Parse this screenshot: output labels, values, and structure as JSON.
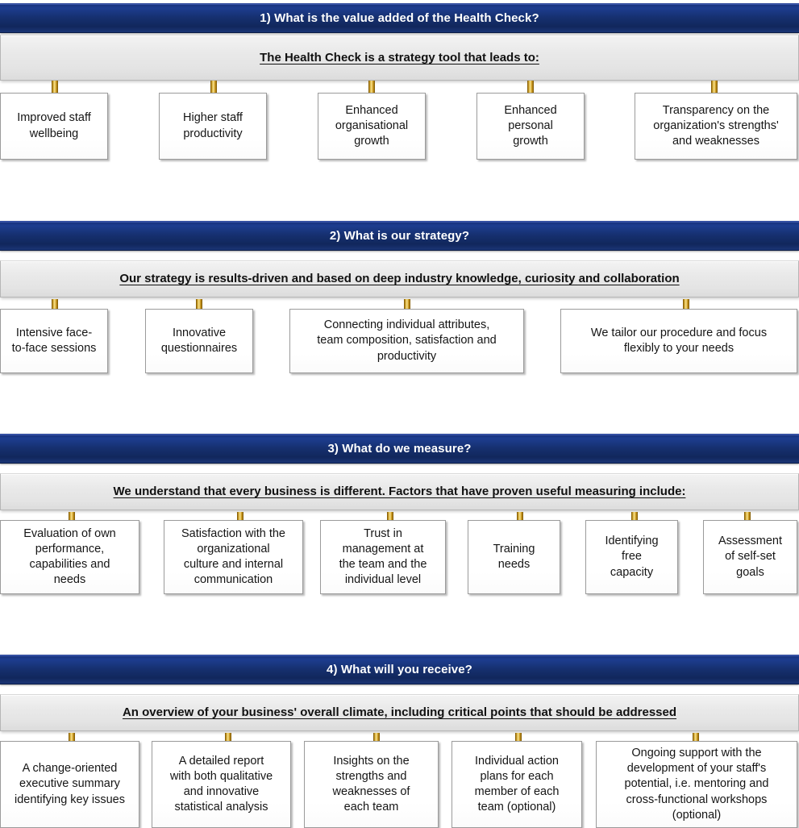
{
  "document": {
    "title": "Health Check overview diagram",
    "accent_blue": "#16306f",
    "band_grey": "#e6e6e6",
    "arrow_gold": "#d4a82a",
    "box_white": "#ffffff"
  },
  "sections": [
    {
      "id": "value-added",
      "heading": "1) What is the value added of the Health Check?",
      "subtitle": "The Health Check is a strategy tool that leads to:",
      "boxes": [
        {
          "text": "Improved staff\nwellbeing"
        },
        {
          "text": "Higher staff\nproductivity"
        },
        {
          "text": "Enhanced\norganisational\ngrowth"
        },
        {
          "text": "Enhanced\npersonal\ngrowth"
        },
        {
          "text": "Transparency on the\norganization's strengths'\nand weaknesses"
        }
      ]
    },
    {
      "id": "strategy",
      "heading": "2) What is our strategy?",
      "subtitle": "Our strategy is results-driven and based on deep industry knowledge, curiosity and collaboration",
      "boxes": [
        {
          "text": "Intensive face-\nto-face sessions"
        },
        {
          "text": "Innovative\nquestionnaires"
        },
        {
          "text": "Connecting individual attributes,\nteam composition, satisfaction and\nproductivity"
        },
        {
          "text": "We tailor our procedure and focus\nflexibly to your needs"
        }
      ]
    },
    {
      "id": "measure",
      "heading": "3) What do we measure?",
      "subtitle": "We understand that every business is different. Factors that have proven useful measuring include:",
      "boxes": [
        {
          "text": "Evaluation of own\nperformance,\ncapabilities and\nneeds"
        },
        {
          "text": "Satisfaction with the\norganizational\nculture and internal\ncommunication"
        },
        {
          "text": "Trust in\nmanagement at\nthe team and the\nindividual level"
        },
        {
          "text": "Training\nneeds"
        },
        {
          "text": "Identifying\nfree\ncapacity"
        },
        {
          "text": "Assessment\nof self-set\ngoals"
        }
      ]
    },
    {
      "id": "receive",
      "heading": "4) What will you receive?",
      "subtitle": "An overview of your business' overall climate, including critical points that should be addressed",
      "boxes": [
        {
          "text": "A change-oriented\nexecutive summary\nidentifying key issues"
        },
        {
          "text": "A detailed report\nwith both qualitative\nand innovative\nstatistical analysis"
        },
        {
          "text": "Insights on the\nstrengths and\nweaknesses of\neach team"
        },
        {
          "text": "Individual action\nplans for each\nmember of each\nteam (optional)"
        },
        {
          "text": "Ongoing support with the\ndevelopment of your staff's\npotential, i.e. mentoring and\ncross-functional workshops\n(optional)"
        }
      ]
    }
  ]
}
